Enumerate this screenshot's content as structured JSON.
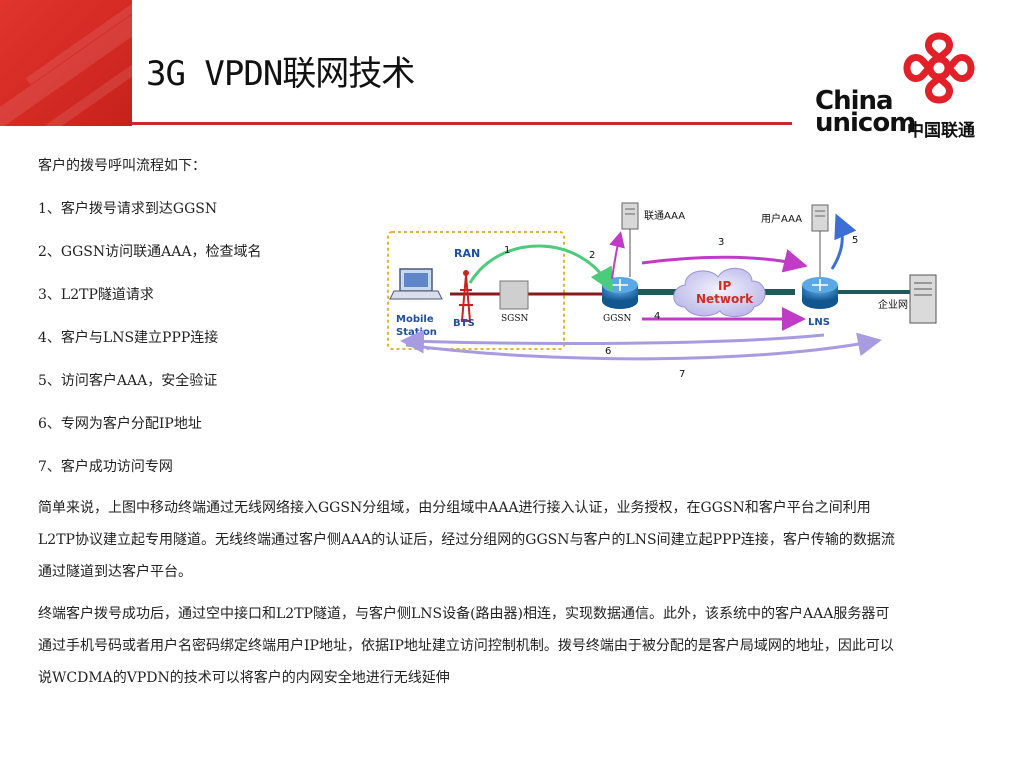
{
  "slide": {
    "title": "3G VPDN联网技术"
  },
  "logo": {
    "china": "China",
    "unicom": "unicom",
    "chinese": "中国联通"
  },
  "steps": {
    "intro": "客户的拨号呼叫流程如下：",
    "items": [
      "1、客户拨号请求到达GGSN",
      "2、GGSN访问联通AAA，检查域名",
      "3、L2TP隧道请求",
      "4、客户与LNS建立PPP连接",
      "5、访问客户AAA，安全验证",
      "6、专网为客户分配IP地址",
      "7、客户成功访问专网"
    ]
  },
  "paragraphs": [
    "简单来说，上图中移动终端通过无线网络接入GGSN分组域，由分组域中AAA进行接入认证，业务授权，在GGSN和客户平台之间利用L2TP协议建立起专用隧道。无线终端通过客户侧AAA的认证后，经过分组网的GGSN与客户的LNS间建立起PPP连接，客户传输的数据流通过隧道到达客户平台。",
    "终端客户拨号成功后，通过空中接口和L2TP隧道，与客户侧LNS设备(路由器)相连，实现数据通信。此外，该系统中的客户AAA服务器可通过手机号码或者用户名密码绑定终端用户IP地址，依据IP地址建立访问控制机制。拨号终端由于被分配的是客户局域网的地址，因此可以说WCDMA的VPDN的技术可以将客户的内网安全地进行无线延伸"
  ],
  "diagram": {
    "ran": "RAN",
    "mobile_station_1": "Mobile",
    "mobile_station_2": "Station",
    "bts": "BTS",
    "sgsn": "SGSN",
    "ggsn": "GGSN",
    "lns": "LNS",
    "ip_network_1": "IP",
    "ip_network_2": "Network",
    "unicom_aaa": "联通AAA",
    "user_aaa": "用户AAA",
    "enterprise_net": "企业网",
    "step_labels": [
      "1",
      "2",
      "3",
      "4",
      "5",
      "6",
      "7"
    ]
  },
  "colors": {
    "brand_red": "#c8282b",
    "arrow_green": "#4ccc7a",
    "arrow_magenta": "#c03cc8",
    "arrow_lavender": "#a99be0",
    "arrow_blue": "#3b6fd6",
    "router_blue": "#1f6fb5"
  }
}
